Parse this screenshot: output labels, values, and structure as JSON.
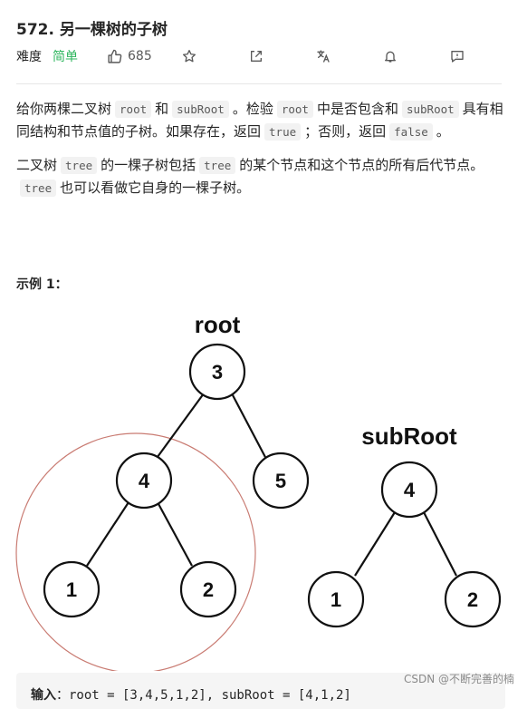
{
  "problem": {
    "title": "572. 另一棵树的子树",
    "difficulty_label": "难度",
    "difficulty_value": "简单",
    "likes": "685"
  },
  "toolbar": {
    "icons": [
      "star-icon",
      "share-icon",
      "translate-icon",
      "bell-icon",
      "feedback-icon"
    ]
  },
  "description": {
    "p1": {
      "t1": "给你两棵二叉树",
      "c1": "root",
      "t2": "和",
      "c2": "subRoot",
      "t3": "。检验",
      "c3": "root",
      "t4": "中是否包含和",
      "c4": "subRoot",
      "t5": "具有相同结构和节点值的子树。如果存在，返回",
      "c5": "true",
      "t6": "；否则，返回",
      "c6": "false",
      "t7": "。"
    },
    "p2": {
      "t1": "二叉树",
      "c1": "tree",
      "t2": "的一棵子树包括",
      "c2": "tree",
      "t3": "的某个节点和这个节点的所有后代节点。",
      "c3": "tree",
      "t4": "也可以看做它自身的一棵子树。"
    }
  },
  "example": {
    "heading": "示例 1："
  },
  "diagram": {
    "root_label": "root",
    "subroot_label": "subRoot",
    "root_nodes": [
      "3",
      "4",
      "5",
      "1",
      "2"
    ],
    "subroot_nodes": [
      "4",
      "1",
      "2"
    ],
    "highlight_color": "#c97b72"
  },
  "code_box": {
    "line_label": "输入",
    "line_text": "：root = [3,4,5,1,2], subRoot = [4,1,2]"
  },
  "watermark": "CSDN @不断完善的楠"
}
